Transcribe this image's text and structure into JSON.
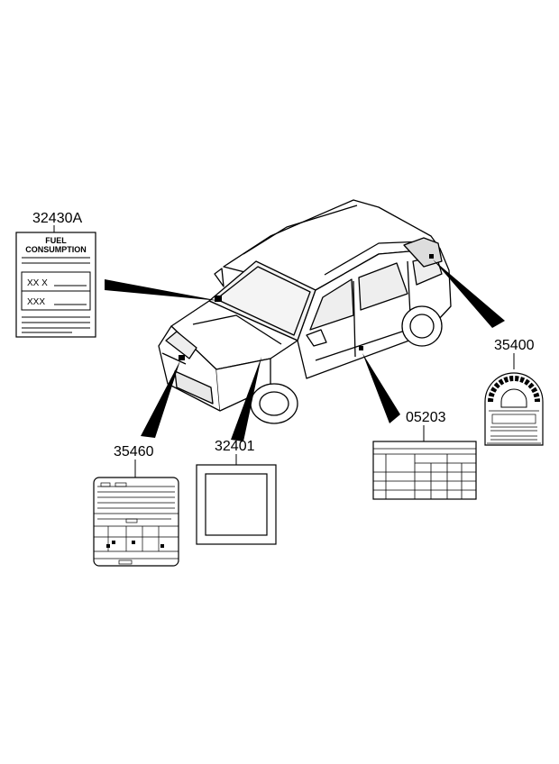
{
  "parts": {
    "fuel_label": "32430A",
    "emission_label": "35460",
    "windshield_label": "32401",
    "tire_label": "05203",
    "rear_window_label": "35400"
  },
  "fuel_card": {
    "line1": "FUEL",
    "line2": "CONSUMPTION",
    "row1": "XX X",
    "row2": "XXX"
  }
}
